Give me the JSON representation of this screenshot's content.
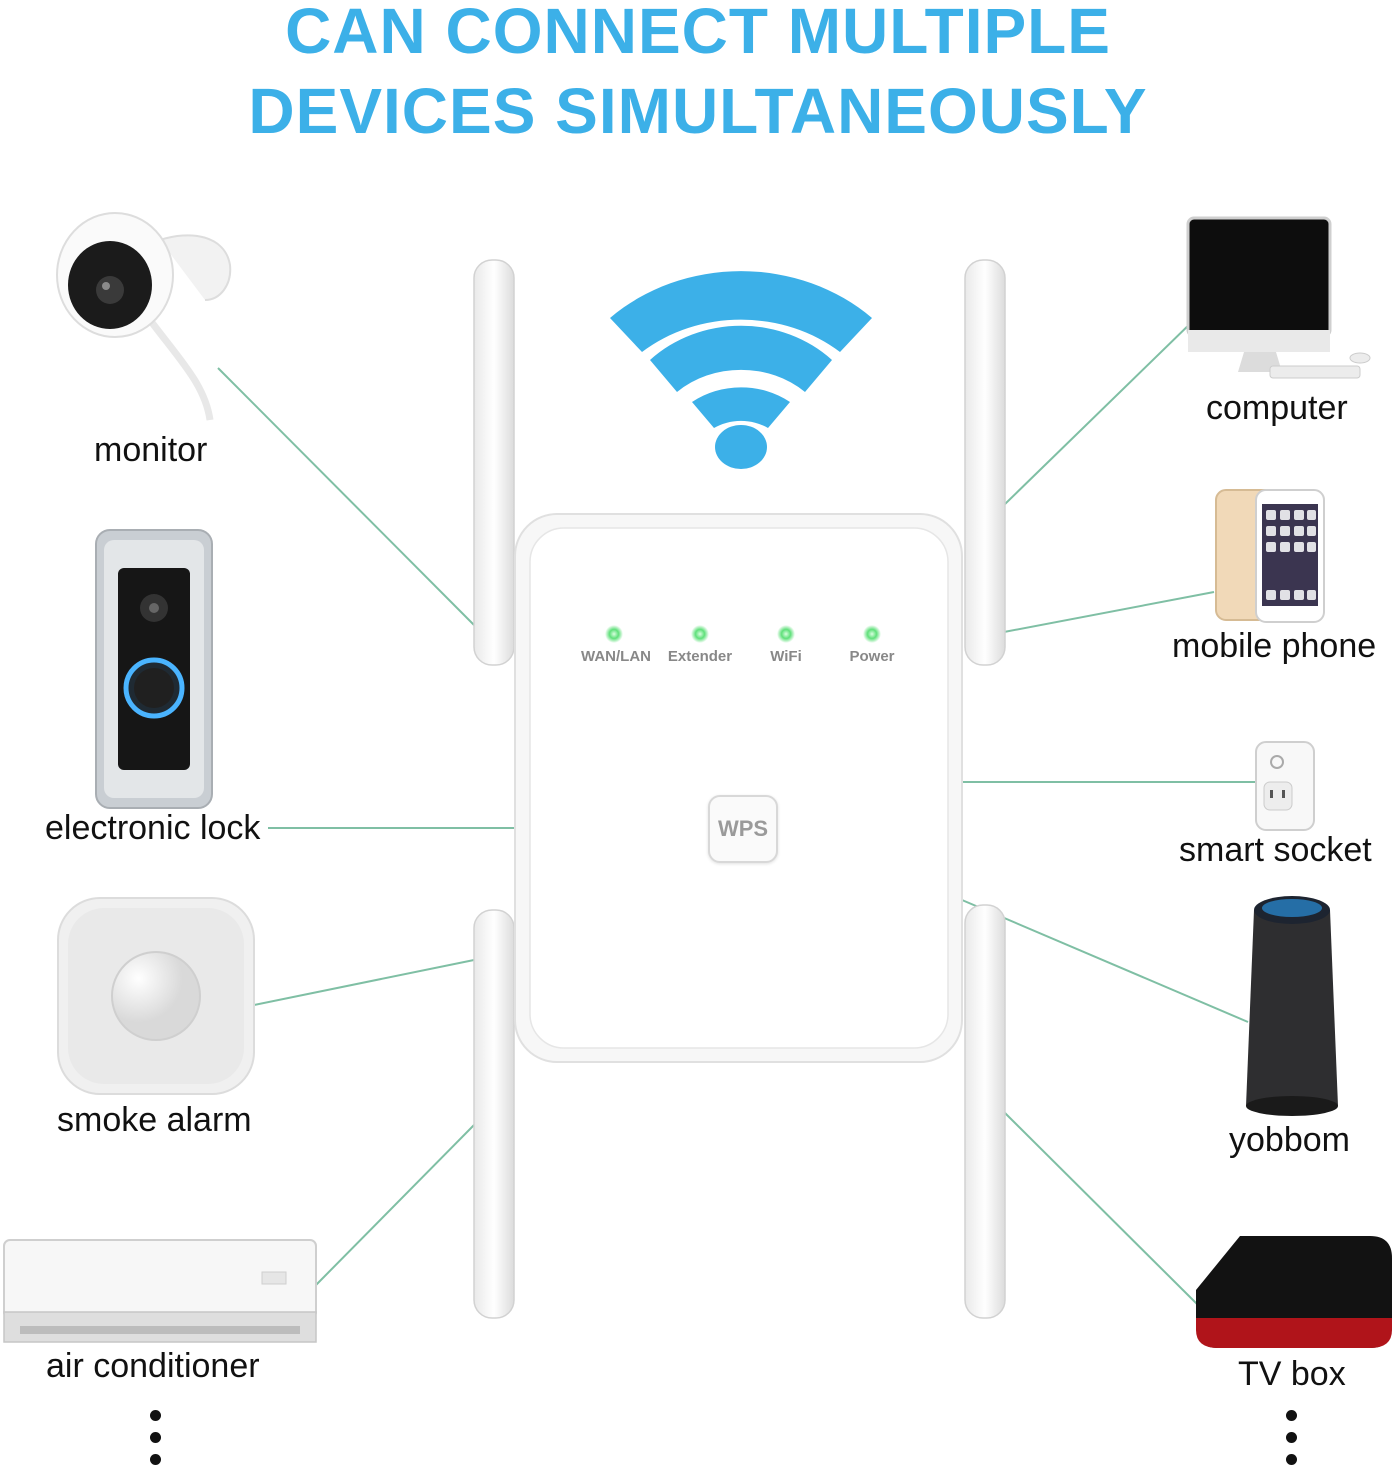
{
  "headline": {
    "line1": "CAN CONNECT MULTIPLE",
    "line2": "DEVICES SIMULTANEOUSLY"
  },
  "colors": {
    "headline": "#3cb0e8",
    "wifi": "#3cb0e8",
    "connector": "#7fbfa4",
    "led": "#5fe07a"
  },
  "router": {
    "leds": [
      {
        "label": "WAN/LAN"
      },
      {
        "label": "Extender"
      },
      {
        "label": "WiFi"
      },
      {
        "label": "Power"
      }
    ],
    "wps_label": "WPS"
  },
  "devices_left": [
    {
      "label": "monitor",
      "icon": "security-camera-icon"
    },
    {
      "label": "electronic lock",
      "icon": "video-doorbell-icon"
    },
    {
      "label": "smoke alarm",
      "icon": "smoke-alarm-icon"
    },
    {
      "label": "air conditioner",
      "icon": "air-conditioner-icon"
    }
  ],
  "devices_right": [
    {
      "label": "computer",
      "icon": "desktop-computer-icon"
    },
    {
      "label": "mobile phone",
      "icon": "smartphone-icon"
    },
    {
      "label": "smart socket",
      "icon": "smart-plug-icon"
    },
    {
      "label": "yobbom",
      "icon": "smart-speaker-icon"
    },
    {
      "label": "TV box",
      "icon": "tv-box-icon"
    }
  ]
}
